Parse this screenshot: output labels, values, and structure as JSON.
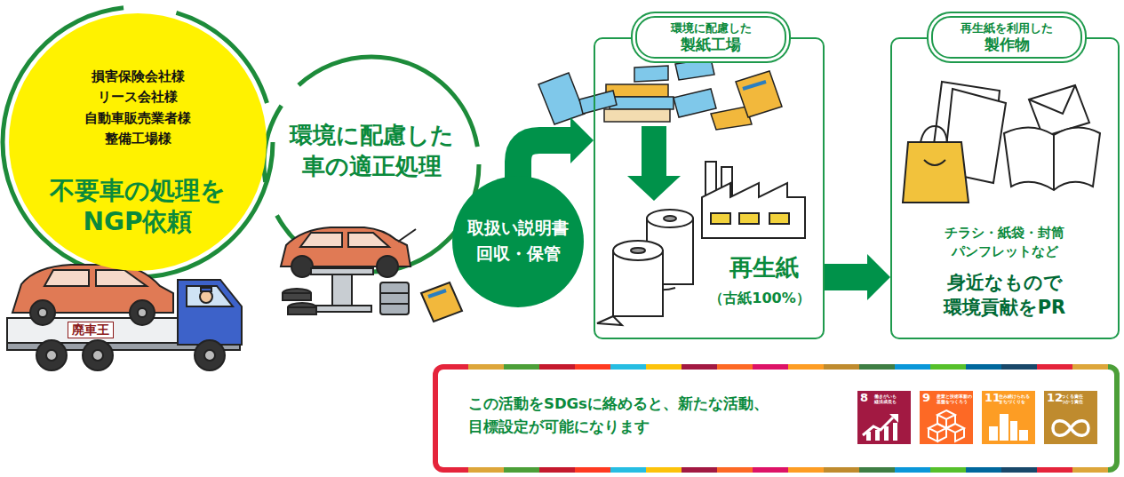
{
  "diagram": {
    "nodes": [
      {
        "text": [
          "損害保険会社様 リース会社様 自動車販売業者様 整備工場様",
          "不要車の処理を NGP依頼"
        ]
      },
      {
        "text": [
          "環境に配慮した 車の適正処理"
        ]
      },
      {
        "text": [
          "取扱い説明書 回収・保管"
        ]
      },
      {
        "text": [
          "環境に配慮した 製紙工場",
          "再生紙",
          "（古紙100%）"
        ]
      },
      {
        "text": [
          "再生紙を利用した 製作物",
          "チラシ・紙袋・封筒 パンフレットなど",
          "身近なもので 環境貢献をPR"
        ]
      },
      {
        "text": [
          "この活動をSDGsに絡めると、新たな活動、 目標設定が可能になります"
        ]
      }
    ],
    "edges": [
      {
        "from": 2,
        "to": 3,
        "arrow": "to"
      },
      {
        "from": 3,
        "to": 4,
        "arrow": "to"
      }
    ],
    "labels": [
      "廃車王",
      "8",
      "働きがいも 経済成長も",
      "9",
      "産業と技術革新の 基盤をつくろう",
      "11",
      "住み続けられる まちづくりを",
      "12",
      "つくる責任 つかう責任"
    ]
  }
}
